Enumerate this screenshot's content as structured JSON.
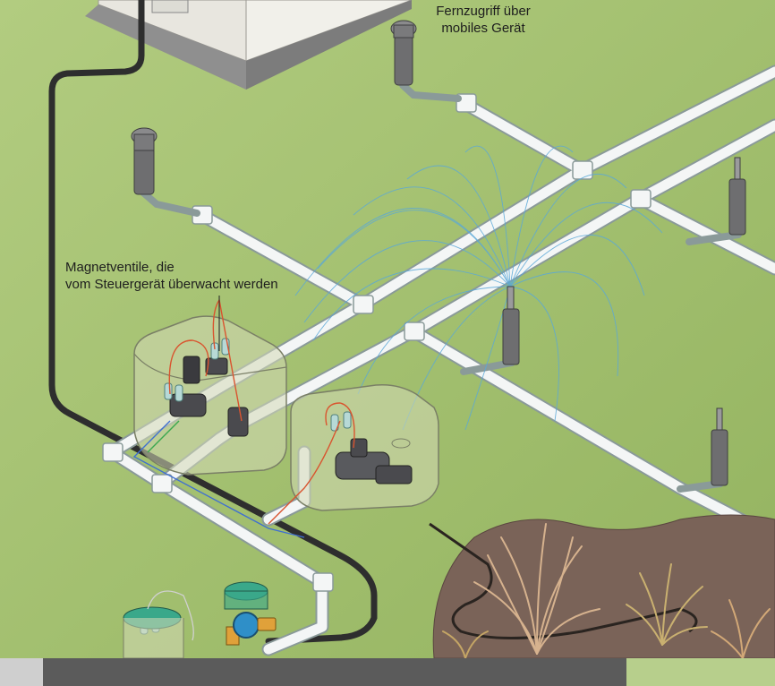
{
  "labels": {
    "remote_access": {
      "line1": "Fernzugriff über",
      "line2": "mobiles Gerät"
    },
    "solenoid_valves": {
      "line1": "Magnetventile, die",
      "line2": "vom Steuergerät überwacht werden"
    }
  },
  "colors": {
    "lawn": "#a9c47a",
    "lawn_dark": "#8fb15e",
    "pipe": "#f4f6f6",
    "pipe_outline": "#8a9a99",
    "hose": "#3b3b3b",
    "sprinkler": "#6e6e70",
    "water_spray": "#5aa8d8",
    "soil": "#7a6358",
    "valve_box": "#cfd6b4",
    "valve": "#4a4a4e",
    "wire_red": "#d9542f",
    "wire_blue": "#3f6fd1",
    "water_meter": "#2f8fc8",
    "meter_cap": "#3aa88a",
    "grass_plant": "#c8a77a"
  }
}
